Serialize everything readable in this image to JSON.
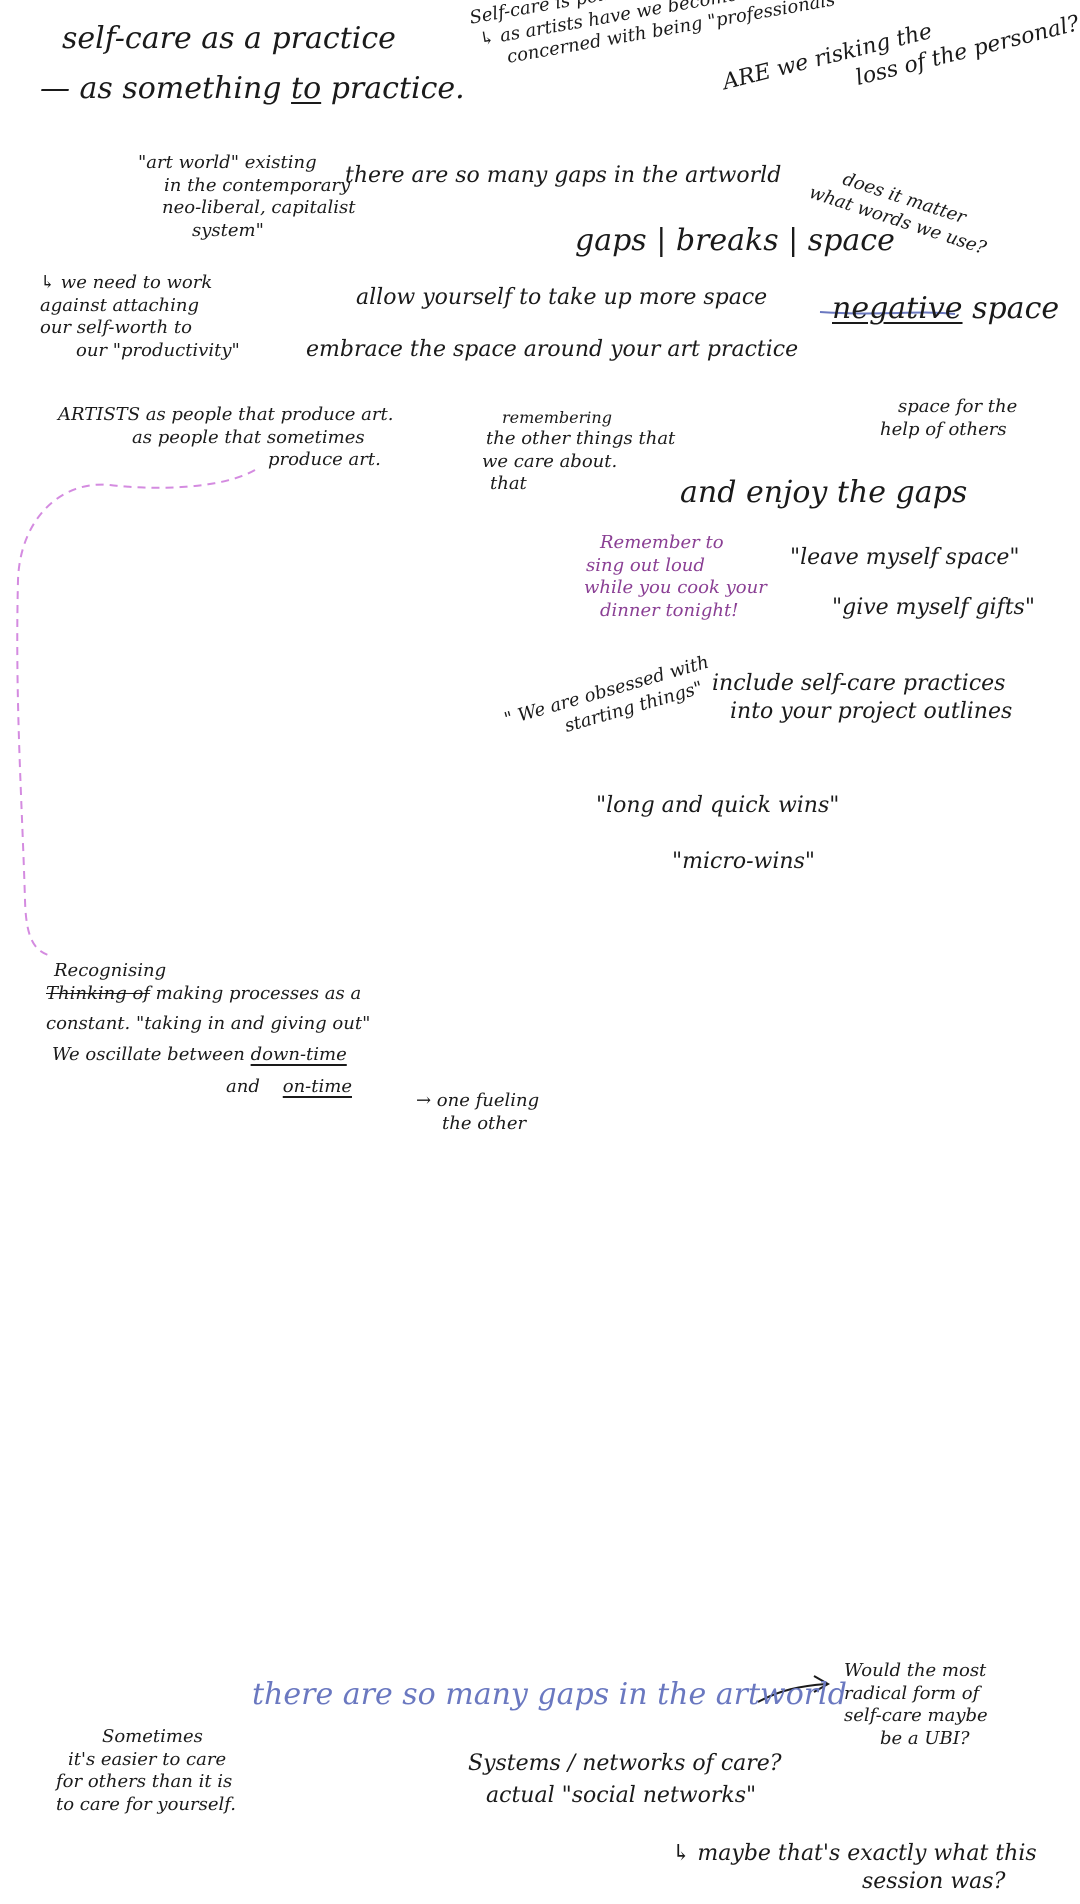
{
  "notes": {
    "self_care_practice": {
      "line1": "self-care as a practice",
      "line2_prefix": "— as something ",
      "line2_underlined": "to",
      "line2_suffix": " practice."
    },
    "political": {
      "line1": "Self-care is political",
      "line2": "↳ as artists have we become too",
      "line3": "concerned with being \"professionals\"",
      "line4": "ARE we risking the",
      "line5": "loss of the personal?"
    },
    "art_world": {
      "line1": "\"art world\" existing",
      "line2": "in the contemporary",
      "line3": "neo-liberal, capitalist",
      "line4": "system\""
    },
    "gaps_artworld": "there are so many gaps in the artworld",
    "does_it_matter": {
      "line1": "does it matter",
      "line2": "what words we use?"
    },
    "gaps_breaks": "gaps | breaks | space",
    "self_worth": {
      "line1": "↳ we need to work",
      "line2": "against attaching",
      "line3": "our self-worth to",
      "line4": "our \"productivity\""
    },
    "take_up_space": "allow yourself to take up more space",
    "negative_word": "negative",
    "space_word": "space",
    "embrace_space": "embrace the space around your art practice",
    "artists": {
      "line1": "ARTISTS as people that produce art.",
      "line2": "as people that sometimes",
      "line3": "produce art."
    },
    "remembering": {
      "line1": "remembering",
      "line2": "the other things that",
      "line3": "we care about.",
      "line4": "that"
    },
    "help_of_others": {
      "line1": "space for the",
      "line2": "help of others"
    },
    "enjoy_gaps": "and enjoy the gaps",
    "sing_out_loud": {
      "line1": "Remember to",
      "line2": "sing out loud",
      "line3": "while you cook your",
      "line4": "dinner tonight!"
    },
    "leave_space": "\"leave myself space\"",
    "give_gifts": "\"give myself gifts\"",
    "obsessed": {
      "line1": "\" We are obsessed with",
      "line2": "starting things\""
    },
    "include_selfcare": {
      "line1": "include self-care practices",
      "line2": "into your project outlines"
    },
    "long_quick": "\"long and quick wins\"",
    "micro_wins": "\"micro-wins\"",
    "recognising": {
      "word": "Recognising",
      "struck": "Thinking of",
      "line1_rest": " making processes as a",
      "line2": "constant. \"taking in and giving out\"",
      "line3_prefix": "We oscillate between ",
      "down_time": "down-time",
      "and": "and",
      "on_time": "on-time",
      "arrow_text_1": "→ one fueling",
      "arrow_text_2": "the other"
    },
    "gaps_artworld_blue": "there are so many gaps in the artworld",
    "ubi": {
      "line1": "Would the most",
      "line2": "radical form of",
      "line3": "self-care maybe",
      "line4": "be a UBI?"
    },
    "sometimes": {
      "line1": "Sometimes",
      "line2": "it's easier to care",
      "line3": "for others than it is",
      "line4": "to care for yourself."
    },
    "systems": {
      "line1": "Systems / networks of care?",
      "line2": "actual \"social networks\""
    },
    "session": {
      "line1": "↳ maybe that's exactly what this",
      "line2": "session was?"
    }
  },
  "colors": {
    "ink": "#1a1a1a",
    "blue_ink": "#6a78c0",
    "purple_ink": "#8a3f94",
    "dashed_line": "#d48be0"
  }
}
